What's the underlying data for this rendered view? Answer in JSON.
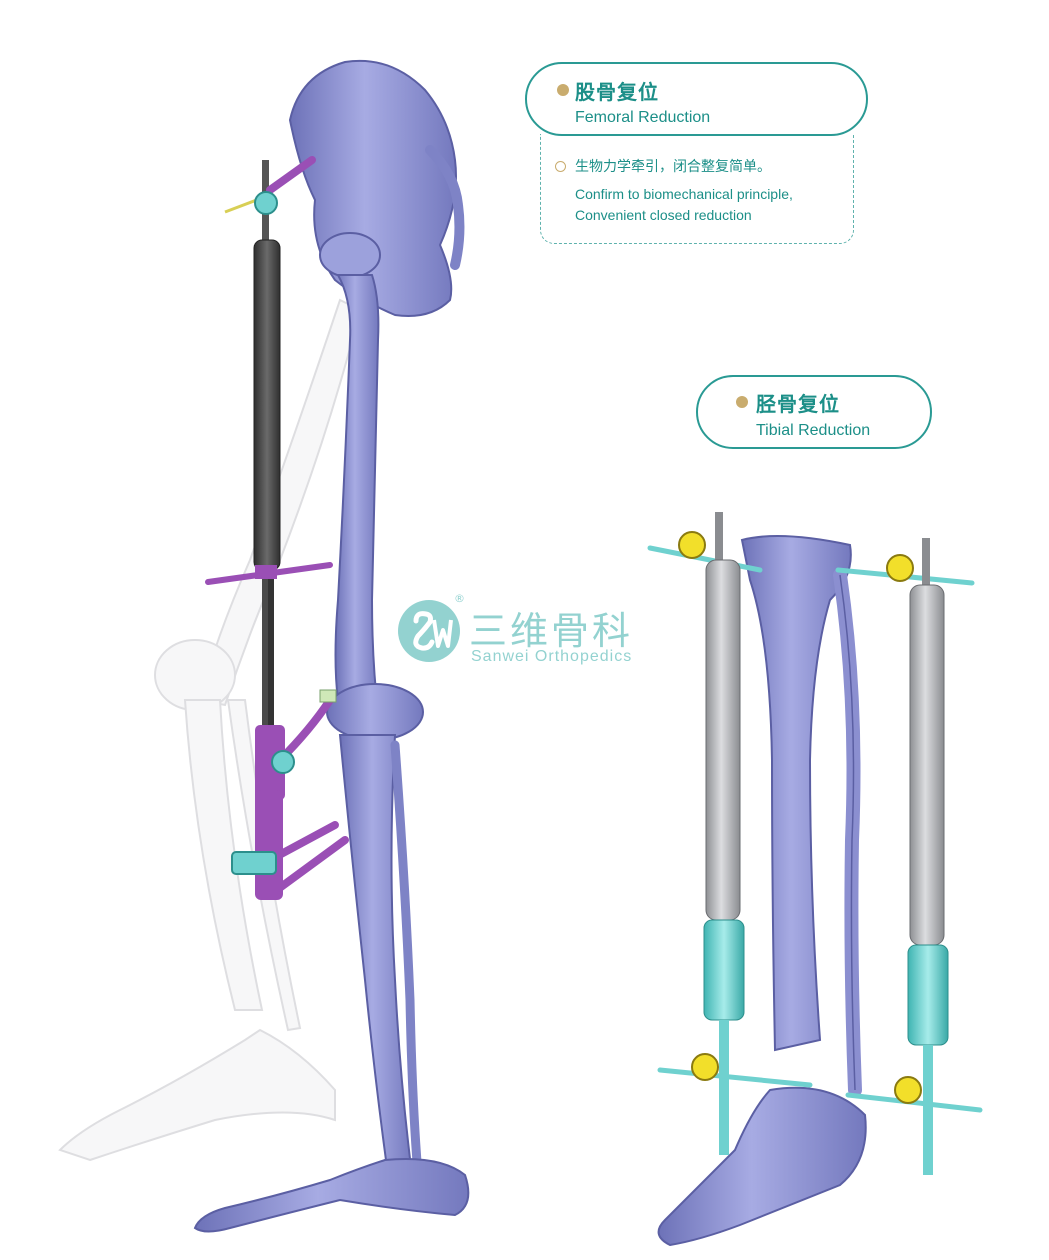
{
  "femoral": {
    "title_zh": "股骨复位",
    "title_en": "Femoral Reduction",
    "desc_zh": "生物力学牵引，闭合整复简单。",
    "desc_en_line1": "Confirm to biomechanical principle,",
    "desc_en_line2": "Convenient closed reduction"
  },
  "tibial": {
    "title_zh": "胫骨复位",
    "title_en": "Tibial Reduction"
  },
  "watermark": {
    "name_zh": "三维骨科",
    "name_en": "Sanwei Orthopedics",
    "logo_letters": "SW",
    "registered_mark": "®"
  },
  "colors": {
    "accent_teal": "#1c8f88",
    "dot_gold": "#c9ac6e",
    "bone_lavender": "#8b8fd0",
    "rod_dark": "#4a4a4a",
    "rod_silver": "#a9abae",
    "clamp_cyan": "#6fd1cf",
    "strut_purple": "#9a4fb5"
  }
}
